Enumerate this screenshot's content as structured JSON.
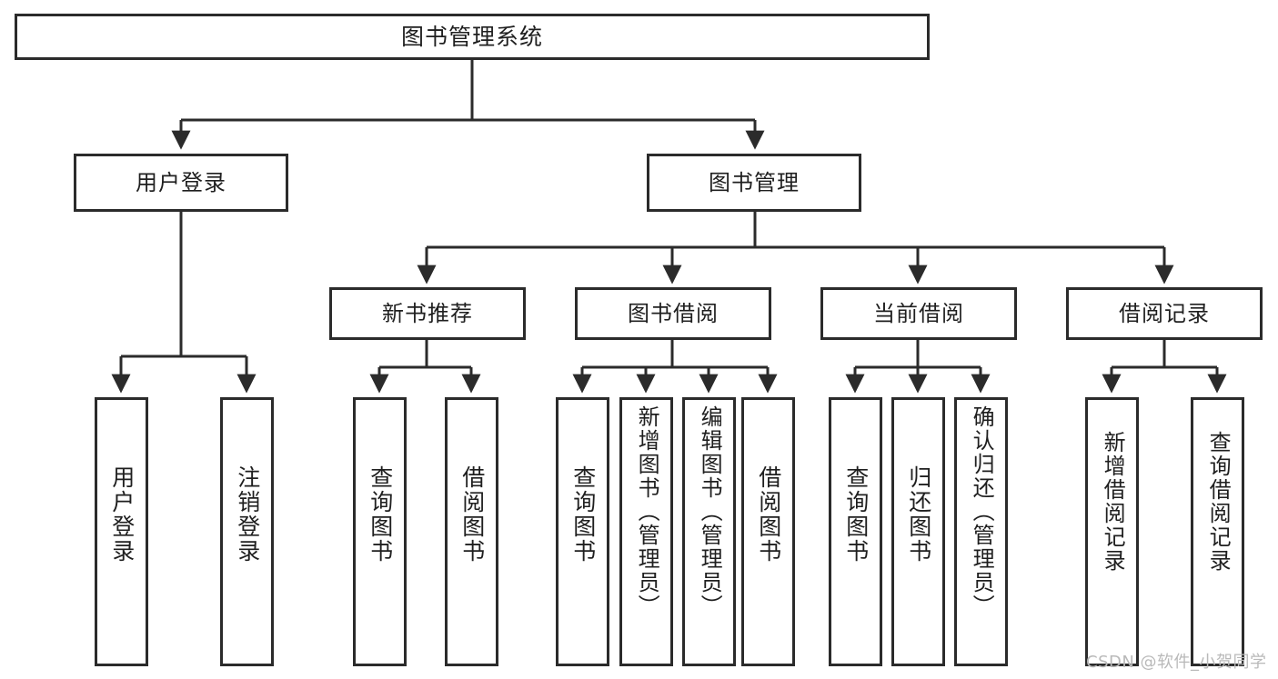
{
  "diagram": {
    "title": "图书管理系统",
    "type": "functional-structure-tree",
    "orientation": "top-down",
    "watermark": "CSDN @软件_小贺同学",
    "style": {
      "box_fill": "#ffffff",
      "box_border": "#2b2b2b",
      "edge_color": "#2b2b2b",
      "text_color": "#1f1f1f",
      "background": "#ffffff",
      "watermark_color": "#b9b9b9"
    },
    "nodes": {
      "root": {
        "label": "图书管理系统",
        "level": 1,
        "text_dir": "horizontal"
      },
      "l2": [
        {
          "label": "用户登录",
          "level": 2,
          "text_dir": "horizontal"
        },
        {
          "label": "图书管理",
          "level": 2,
          "text_dir": "horizontal"
        }
      ],
      "l3": [
        {
          "label": "新书推荐",
          "level": 3,
          "text_dir": "horizontal"
        },
        {
          "label": "图书借阅",
          "level": 3,
          "text_dir": "horizontal"
        },
        {
          "label": "当前借阅",
          "level": 3,
          "text_dir": "horizontal"
        },
        {
          "label": "借阅记录",
          "level": 3,
          "text_dir": "horizontal"
        }
      ],
      "leaves": {
        "user_login": [
          {
            "label": "用户登录",
            "text_dir": "vertical"
          },
          {
            "label": "注销登录",
            "text_dir": "vertical"
          }
        ],
        "new_book_recommend": [
          {
            "label": "查询图书",
            "text_dir": "vertical"
          },
          {
            "label": "借阅图书",
            "text_dir": "vertical"
          }
        ],
        "book_borrow": [
          {
            "label": "查询图书",
            "text_dir": "vertical"
          },
          {
            "label": "新增图书（管理员）",
            "text_dir": "vertical"
          },
          {
            "label": "编辑图书（管理员）",
            "text_dir": "vertical"
          },
          {
            "label": "借阅图书",
            "text_dir": "vertical"
          }
        ],
        "current_borrow": [
          {
            "label": "查询图书",
            "text_dir": "vertical"
          },
          {
            "label": "归还图书",
            "text_dir": "vertical"
          },
          {
            "label": "确认归还（管理员）",
            "text_dir": "vertical"
          }
        ],
        "borrow_record": [
          {
            "label": "新增借阅记录",
            "text_dir": "vertical"
          },
          {
            "label": "查询借阅记录",
            "text_dir": "vertical"
          }
        ]
      }
    },
    "edges": [
      {
        "from": "图书管理系统",
        "to": "用户登录"
      },
      {
        "from": "图书管理系统",
        "to": "图书管理"
      },
      {
        "from": "用户登录",
        "to": "用户登录(叶)"
      },
      {
        "from": "用户登录",
        "to": "注销登录"
      },
      {
        "from": "图书管理",
        "to": "新书推荐"
      },
      {
        "from": "图书管理",
        "to": "图书借阅"
      },
      {
        "from": "图书管理",
        "to": "当前借阅"
      },
      {
        "from": "图书管理",
        "to": "借阅记录"
      },
      {
        "from": "新书推荐",
        "to": "查询图书"
      },
      {
        "from": "新书推荐",
        "to": "借阅图书"
      },
      {
        "from": "图书借阅",
        "to": "查询图书"
      },
      {
        "from": "图书借阅",
        "to": "新增图书（管理员）"
      },
      {
        "from": "图书借阅",
        "to": "编辑图书（管理员）"
      },
      {
        "from": "图书借阅",
        "to": "借阅图书"
      },
      {
        "from": "当前借阅",
        "to": "查询图书"
      },
      {
        "from": "当前借阅",
        "to": "归还图书"
      },
      {
        "from": "当前借阅",
        "to": "确认归还（管理员）"
      },
      {
        "from": "借阅记录",
        "to": "新增借阅记录"
      },
      {
        "from": "借阅记录",
        "to": "查询借阅记录"
      }
    ]
  }
}
